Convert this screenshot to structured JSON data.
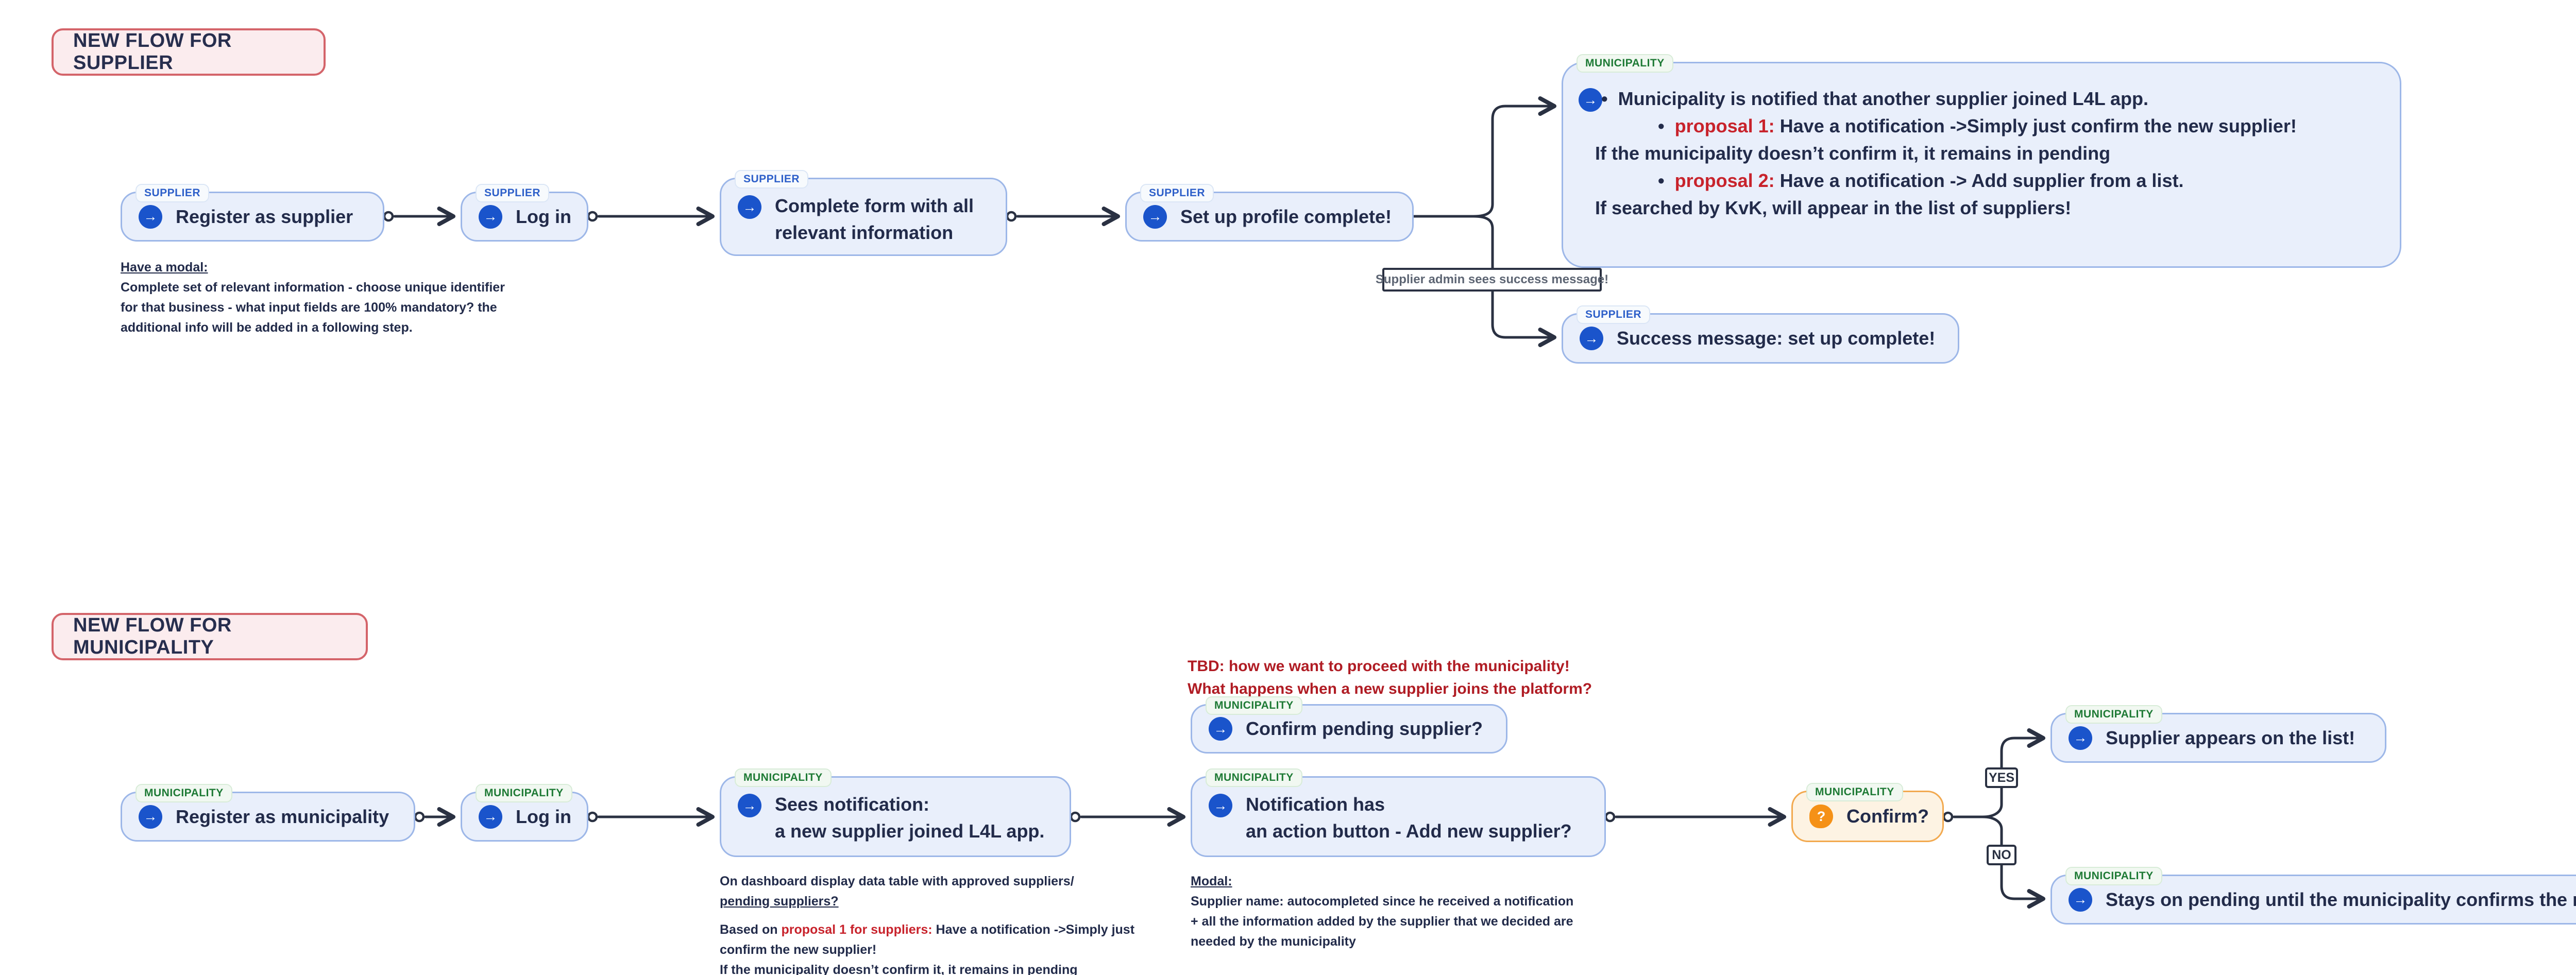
{
  "titles": {
    "supplier": "NEW FLOW FOR SUPPLIER",
    "municipality": "NEW FLOW FOR MUNICIPALITY"
  },
  "tags": {
    "supplier": "SUPPLIER",
    "municipality": "MUNICIPALITY"
  },
  "icons": {
    "arrow": "→",
    "question": "?"
  },
  "edge_labels": {
    "success": "Supplier admin sees success message!",
    "yes": "YES",
    "no": "NO"
  },
  "bullet": "•",
  "supplier": {
    "register": "Register as supplier",
    "login": "Log in",
    "form1": "Complete form with all",
    "form2": "relevant information",
    "setup": "Set up profile complete!",
    "success": "Success message: set up complete!",
    "notified": {
      "line1": "Municipality is notified that another supplier joined L4L app.",
      "p1_label": "proposal 1:",
      "p1_text": " Have a notification ->Simply just confirm the new supplier!",
      "line3": "If the municipality doesn’t confirm it, it remains in pending",
      "p2_label": "proposal 2:",
      "p2_text": " Have a notification -> Add supplier from a list.",
      "line5": "If searched by KvK, will appear in the list of suppliers!"
    },
    "note": {
      "title": "Have a modal:",
      "line1": "Complete set of relevant information - choose unique identifier",
      "line2": "for that business - what input fields are 100% mandatory? the",
      "line3": "additional info will be added in a following step."
    }
  },
  "municipality": {
    "register": "Register as municipality",
    "login": "Log in",
    "sees1": "Sees notification:",
    "sees2": "a new supplier joined L4L app.",
    "tbd1": "TBD: how we want to proceed with the municipality!",
    "tbd2": "What happens when a new supplier joins the platform?",
    "confirm_pending": "Confirm pending supplier?",
    "notif1": "Notification has",
    "notif2": "an action button - Add new supplier?",
    "confirm": "Confirm?",
    "appears": "Supplier appears on the list!",
    "stays": "Stays on pending until the municipality confirms the request.",
    "sees_note": {
      "line1": "On dashboard display data table with approved suppliers/",
      "line2": "pending suppliers?",
      "line3_prefix": "Based on ",
      "line3_red": "proposal 1 for suppliers:",
      "line3_rest": " Have a notification ->Simply just",
      "line4": "confirm the new supplier!",
      "line5": "If the municipality doesn’t confirm it, it remains in pending"
    },
    "notif_note": {
      "title": "Modal:",
      "line1": "Supplier name: autocompleted since he received a notification",
      "line2": "+ all the information added by the supplier that we decided are",
      "line3": "needed by the municipality"
    }
  },
  "colors": {
    "node_fill": "#e9effb",
    "node_border": "#9db7e8",
    "connector": "#2a3142",
    "text_dark": "#222b4a",
    "proposal_red": "#c8232c",
    "tbd_red": "#b01c24",
    "supplier_tag": "#2d5fc9",
    "municipality_tag": "#1e7a35",
    "icon_blue": "#1a54cb",
    "decision_fill": "#fdf3e3",
    "decision_border": "#f2a94f",
    "decision_icon": "#f59117",
    "title_fill": "#fbecee",
    "title_border": "#d4646a"
  }
}
